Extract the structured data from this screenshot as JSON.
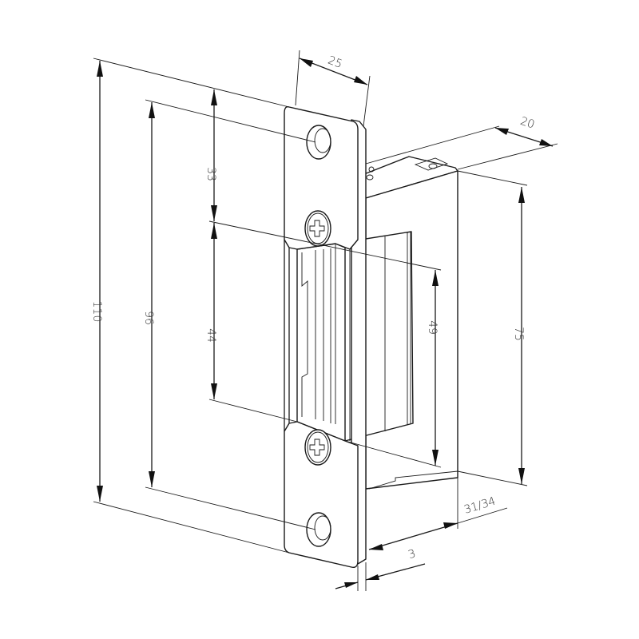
{
  "drawing": {
    "subject": "Electric door strike - dimension drawing",
    "units": "mm",
    "line_color": "#1a1a1a",
    "background": "#ffffff"
  },
  "dimensions": {
    "overall_height": "110",
    "hole_spacing": "96",
    "top_to_opening": "33",
    "opening_height": "44",
    "faceplate_width": "25",
    "body_depth": "20",
    "latch_height": "49",
    "body_height": "75",
    "body_width": "31/34",
    "faceplate_thickness": "3"
  }
}
